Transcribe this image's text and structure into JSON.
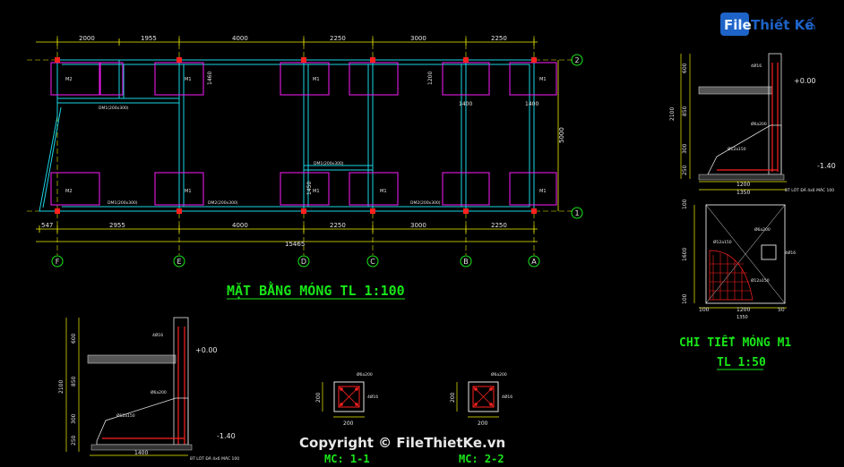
{
  "logo": {
    "text": "File",
    "text2": "Thiết Kế",
    "suffix": ".vn"
  },
  "plan": {
    "title": "MẶT BẰNG MÓNG TL 1:100",
    "top_dims": [
      "2000",
      "1955",
      "4000",
      "2250",
      "3000",
      "2250"
    ],
    "bottom_dims": [
      "547",
      "2955",
      "4000",
      "2250",
      "3000",
      "2250"
    ],
    "total": "15465",
    "side_dim": "5000",
    "dim_1460": "1460",
    "dim_1200": "1200",
    "dim_1400": "1400",
    "dim_1450": "1450",
    "axes": [
      "F",
      "E",
      "D",
      "C",
      "B",
      "A"
    ],
    "rows": [
      "2",
      "1"
    ],
    "footing_labels": [
      "M2",
      "M1",
      "M1",
      "M1",
      "M2",
      "M1",
      "M1",
      "M1",
      "M1"
    ],
    "beam_labels": [
      "DM1(200x300)",
      "DM2(200x300)",
      "DM1(200x300)",
      "DM1(200x300)",
      "DM2(200x300)"
    ]
  },
  "section_left": {
    "dims_v": [
      "600",
      "2100",
      "850",
      "300",
      "250"
    ],
    "elev0": "+0.00",
    "elev140": "-1.40",
    "base_dim": "1400",
    "note": "BT LÓT ĐÁ 4x6 MÁC 100",
    "rebar": [
      "4Ø16",
      "Ø6a200",
      "Ø12a150"
    ]
  },
  "section_right": {
    "dims_v": [
      "600",
      "2100",
      "850",
      "300",
      "250"
    ],
    "elev0": "+0.00",
    "elev140": "-1.40",
    "dims_h": [
      "1200",
      "1350"
    ],
    "note": "BT LÓT ĐÁ 4x6 MÁC 100",
    "rebar": [
      "4Ø16",
      "Ø6a200",
      "Ø12a150"
    ]
  },
  "footing_plan": {
    "dims_v": [
      "100",
      "1600",
      "100"
    ],
    "dims_h": [
      "100",
      "1200",
      "50",
      "1350"
    ],
    "rebar": [
      "Ø12a150",
      "Ø6a200",
      "4Ø16"
    ]
  },
  "detail_title": {
    "line1": "CHI TIẾT MÓNG M1",
    "line2": "TL 1:50"
  },
  "mc11": {
    "label": "MC: 1-1",
    "dim": "200",
    "dim_v": "200",
    "rebar": [
      "Ø6a200",
      "4Ø16"
    ]
  },
  "mc22": {
    "label": "MC: 2-2",
    "dim": "200",
    "dim_v": "200",
    "rebar": [
      "Ø6a200",
      "4Ø16"
    ]
  },
  "copyright": "Copyright © FileThietKe.vn"
}
